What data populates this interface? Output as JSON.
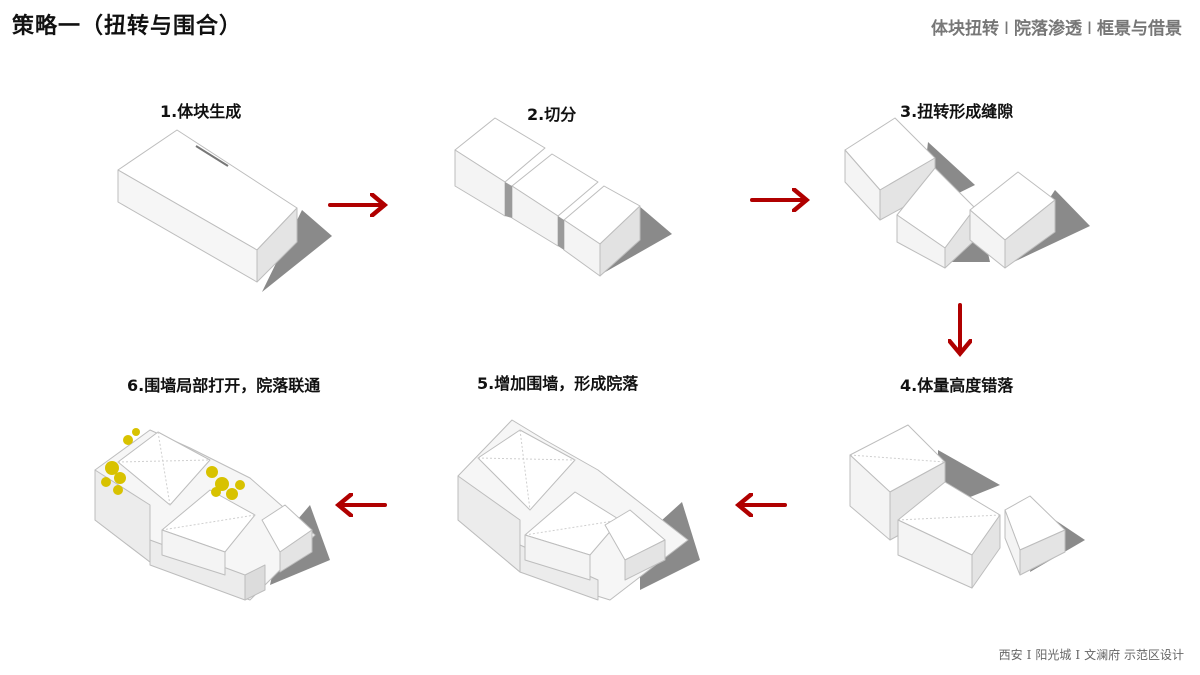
{
  "header": {
    "title": "策略一（扭转与围合）",
    "tags": [
      "体块扭转",
      "院落渗透",
      "框景与借景"
    ],
    "tag_separator": "I"
  },
  "steps": [
    {
      "label": "1.体块生成"
    },
    {
      "label": "2.切分"
    },
    {
      "label": "3.扭转形成缝隙"
    },
    {
      "label": "4.体量高度错落"
    },
    {
      "label": "5.增加围墙，形成院落"
    },
    {
      "label": "6.围墙局部打开，院落联通"
    }
  ],
  "footer": {
    "parts": [
      "西安",
      "阳光城",
      "文澜府",
      "示范区设计"
    ],
    "separator": "I"
  },
  "colors": {
    "arrow": "#b00000",
    "face_light": "#ffffff",
    "face_mid": "#f2f2f2",
    "face_dark": "#e2e2e2",
    "shadow": "#8a8a8a",
    "tree": "#d8c200"
  }
}
